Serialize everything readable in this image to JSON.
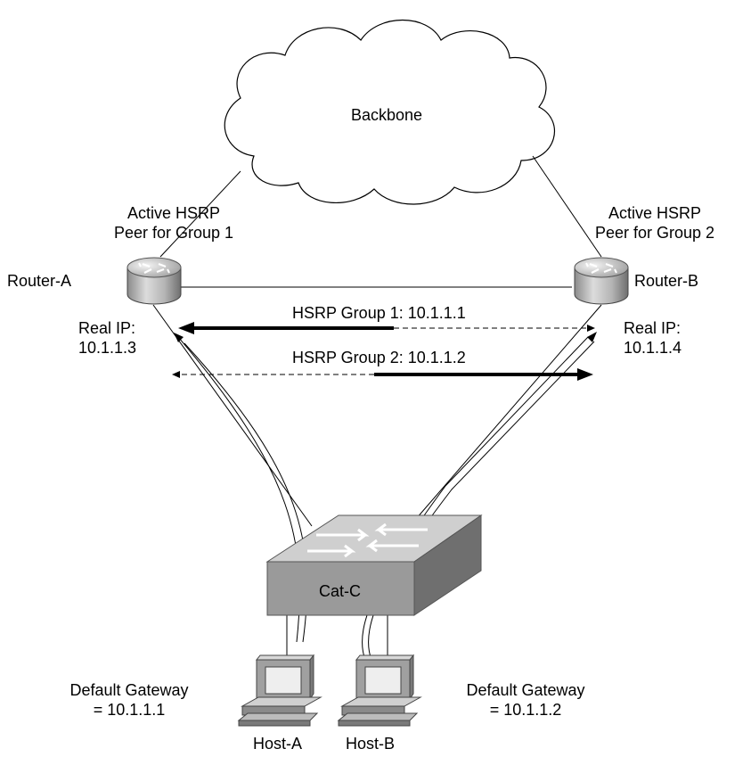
{
  "cloud_label": "Backbone",
  "router_a": {
    "name": "Router-A",
    "role_line1": "Active HSRP",
    "role_line2": "Peer for Group 1",
    "ip_line1": "Real IP:",
    "ip_line2": "10.1.1.3"
  },
  "router_b": {
    "name": "Router-B",
    "role_line1": "Active HSRP",
    "role_line2": "Peer for Group 2",
    "ip_line1": "Real IP:",
    "ip_line2": "10.1.1.4"
  },
  "hsrp_group1": "HSRP Group 1: 10.1.1.1",
  "hsrp_group2": "HSRP Group 2: 10.1.1.2",
  "switch_label": "Cat-C",
  "host_a": {
    "name": "Host-A",
    "gw_line1": "Default Gateway",
    "gw_line2": "= 10.1.1.1"
  },
  "host_b": {
    "name": "Host-B",
    "gw_line1": "Default Gateway",
    "gw_line2": "= 10.1.1.2"
  },
  "colors": {
    "router_body": "#c8c8c8",
    "switch_top": "#cfcfcf",
    "switch_front": "#9a9a9a",
    "host_body": "#a0a0a0"
  }
}
